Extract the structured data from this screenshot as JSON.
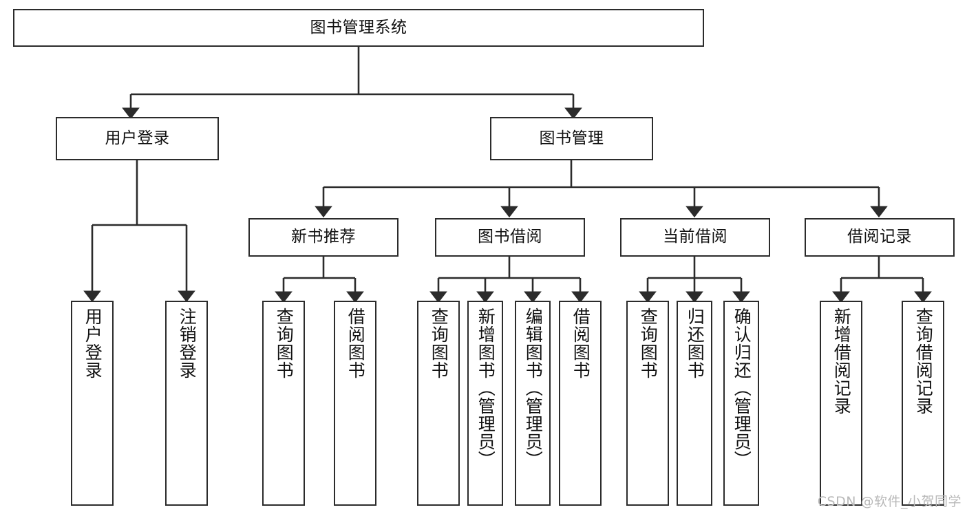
{
  "diagram": {
    "title": "图书管理系统",
    "type": "tree-hierarchy",
    "root": {
      "label": "图书管理系统"
    },
    "level2": [
      {
        "label": "用户登录"
      },
      {
        "label": "图书管理"
      }
    ],
    "level3": [
      {
        "label": "新书推荐"
      },
      {
        "label": "图书借阅"
      },
      {
        "label": "当前借阅"
      },
      {
        "label": "借阅记录"
      }
    ],
    "leaves": {
      "user_login": [
        {
          "label": "用户登录"
        },
        {
          "label": "注销登录"
        }
      ],
      "new_book_recommend": [
        {
          "label": "查询图书"
        },
        {
          "label": "借阅图书"
        }
      ],
      "book_borrow": [
        {
          "label": "查询图书"
        },
        {
          "label": "新增图书（管理员）"
        },
        {
          "label": "编辑图书（管理员）"
        },
        {
          "label": "借阅图书"
        }
      ],
      "current_borrow": [
        {
          "label": "查询图书"
        },
        {
          "label": "归还图书"
        },
        {
          "label": "确认归还（管理员）"
        }
      ],
      "borrow_record": [
        {
          "label": "新增借阅记录"
        },
        {
          "label": "查询借阅记录"
        }
      ]
    }
  },
  "watermark": {
    "text": "CSDN @软件_小贺同学"
  },
  "colors": {
    "stroke": "#2b2b2b",
    "background": "#ffffff",
    "text": "#111111",
    "watermark": "#b8b8b8"
  }
}
